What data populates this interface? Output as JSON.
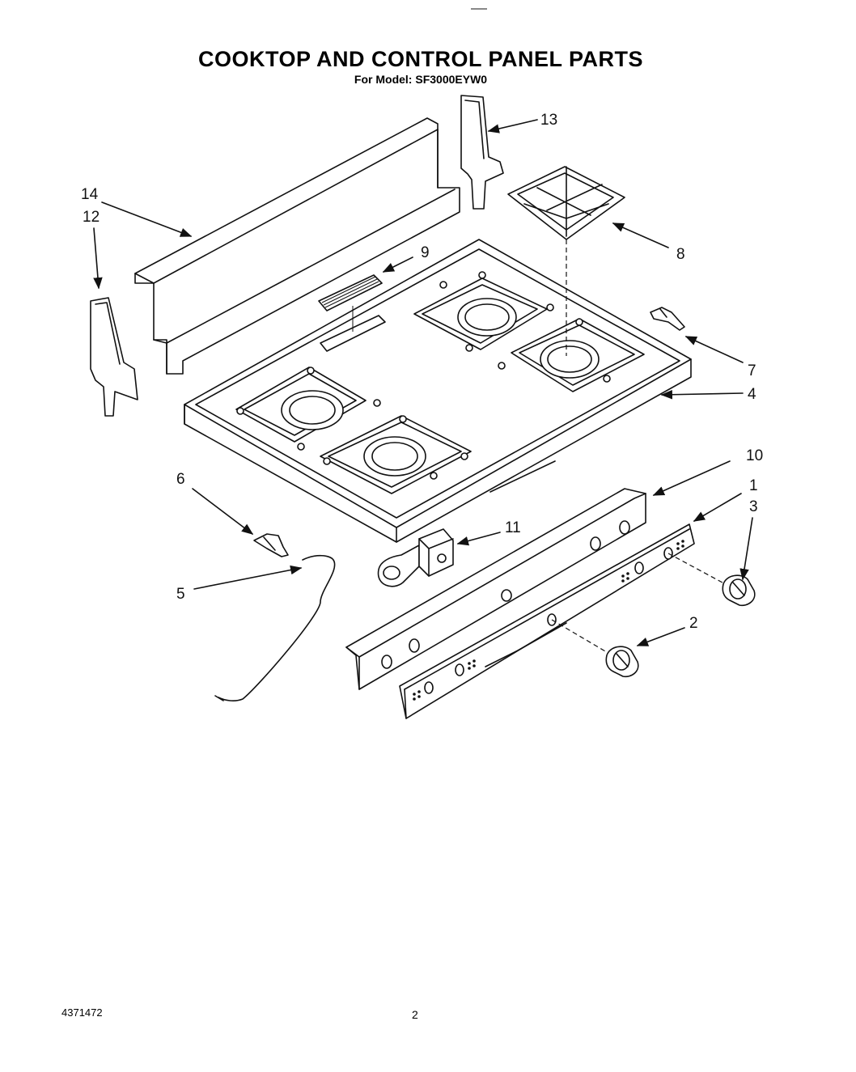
{
  "header": {
    "title": "COOKTOP AND CONTROL PANEL PARTS",
    "subtitle": "For Model: SF3000EYW0"
  },
  "footer": {
    "doc_number": "4371472",
    "page_number": "2"
  },
  "callouts": {
    "c1": "1",
    "c2": "2",
    "c3": "3",
    "c4": "4",
    "c5": "5",
    "c6": "6",
    "c7": "7",
    "c8": "8",
    "c9": "9",
    "c10": "10",
    "c11": "11",
    "c12": "12",
    "c13": "13",
    "c14": "14"
  }
}
